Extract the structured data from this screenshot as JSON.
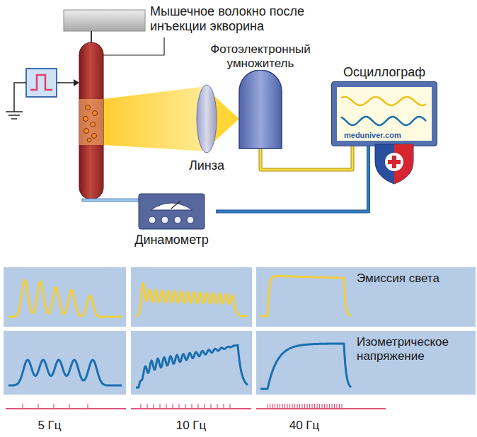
{
  "diagram": {
    "nodes": [
      {
        "text": [
          "Фотоэлектронный умножитель"
        ]
      },
      {
        "text": [
          "Осциллограф"
        ]
      },
      {
        "text": [
          "Динамометр"
        ]
      },
      {
        "text": [
          "Эмиссия света"
        ]
      },
      {
        "text": [
          "Изометрическое напряжение"
        ]
      }
    ],
    "edges": [
      {
        "from": 0,
        "to": 1,
        "arrow": "none"
      },
      {
        "from": 2,
        "to": 1,
        "arrow": "none"
      }
    ],
    "labels": [
      "Мышечное волокно после инъекции экворина",
      "Линза",
      "meduniver.com",
      "5 Гц",
      "10 Гц",
      "40 Гц"
    ]
  }
}
